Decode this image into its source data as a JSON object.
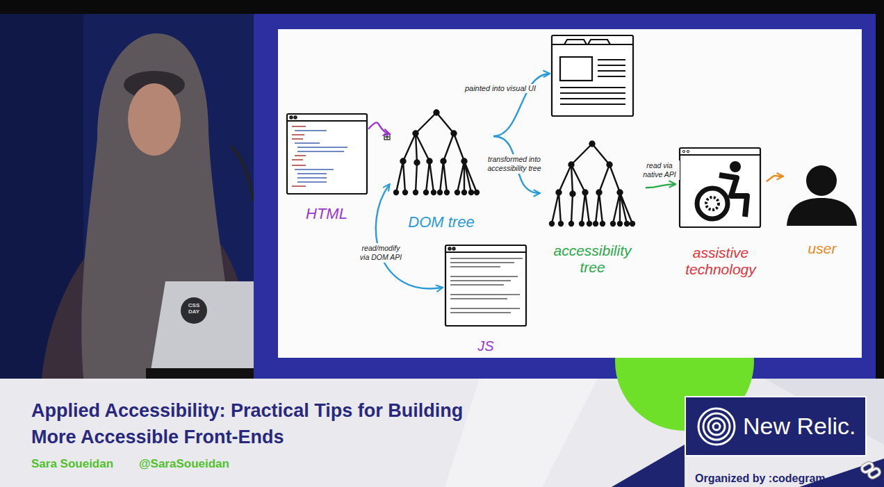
{
  "diagram": {
    "title": "Applied Accessibility: Practical Tips for Building More Accessible Front-Ends",
    "nodes": [
      {
        "text": [
          "HTML"
        ]
      },
      {
        "text": [
          "DOM tree"
        ]
      },
      {
        "text": [
          "JS"
        ]
      },
      {
        "text": [
          "accessibility tree"
        ]
      },
      {
        "text": [
          "assistive technology"
        ]
      },
      {
        "text": [
          "user"
        ]
      },
      {
        "text": [
          "New Relic."
        ]
      }
    ],
    "edges": [
      {
        "from": 0,
        "to": 1,
        "arrow": "to"
      },
      {
        "from": 1,
        "to": 3,
        "label": "transformed into accessibility tree",
        "arrow": "to"
      },
      {
        "from": 1,
        "to": 2,
        "label": "read/modify via DOM API",
        "arrow": "both"
      },
      {
        "from": 3,
        "to": 4,
        "label": "read via native API",
        "arrow": "to"
      },
      {
        "from": 4,
        "to": 5,
        "arrow": "to"
      }
    ],
    "labels": [
      "painted into visual UI",
      "CSS DAY",
      "Sara Soueidan",
      "@SaraSoueidan",
      "Organized by :codegram"
    ]
  }
}
